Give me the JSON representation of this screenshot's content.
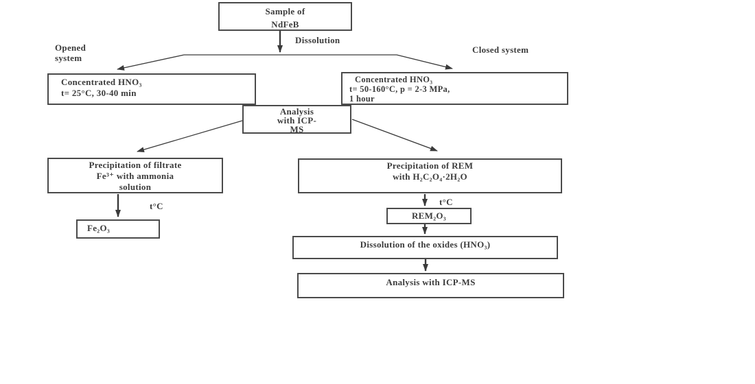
{
  "title": "NdFeB sample dissolution and ICP-MS analysis flowchart",
  "colors": {
    "background": "#ffffff",
    "line": "#3a3a3a",
    "border": "#4a4a4a",
    "text": "#3c3c3c"
  },
  "labels": {
    "opened_system": {
      "line1": "Opened",
      "line2": "system"
    },
    "closed_system": "Closed system",
    "dissolution": "Dissolution",
    "temperature_left": "t°C",
    "temperature_right": "t°C"
  },
  "boxes": {
    "sample": {
      "lines": [
        "Sample of",
        "NdFeB"
      ]
    },
    "open_hno3": {
      "lines": [
        "Concentrated HNO₃",
        "t= 25°C, 30-40 min"
      ]
    },
    "closed_hno3": {
      "lines": [
        "Concentrated HNO₃",
        "t= 50-160°C, p = 2-3 MPa,",
        "1 hour"
      ]
    },
    "icp_analysis_1": {
      "lines": [
        "Analysis",
        "with ICP-",
        "MS"
      ]
    },
    "fe_precipitation": {
      "lines": [
        "Precipitation of filtrate",
        "Fe³⁺ with ammonia",
        "solution"
      ]
    },
    "rem_precipitation": {
      "lines": [
        "Precipitation of REM",
        "with H₂C₂O₄·2H₂O"
      ]
    },
    "fe2o3": {
      "lines": [
        "Fe₂O₃"
      ]
    },
    "rem2o3": {
      "lines": [
        "REM₂O₃"
      ]
    },
    "oxide_dissolution": {
      "lines": [
        "Dissolution of the oxides (HNO₃)"
      ]
    },
    "icp_analysis_2": {
      "lines": [
        "Analysis with ICP-MS"
      ]
    }
  }
}
